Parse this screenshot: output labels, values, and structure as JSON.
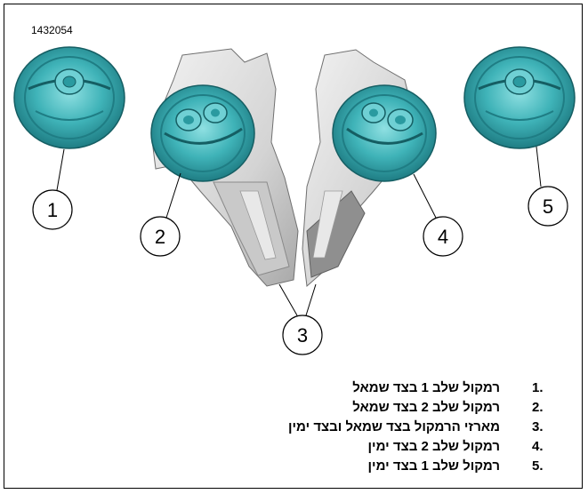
{
  "figure": {
    "id": "1432054"
  },
  "callouts": [
    "1",
    "2",
    "3",
    "4",
    "5"
  ],
  "colors": {
    "speaker_teal": "#3fb3b8",
    "speaker_dark": "#1f7d84",
    "bracket_gray": "#d9d9d9",
    "bracket_shadow": "#9a9a9a",
    "line": "#000000"
  },
  "legend": [
    {
      "num": "1.",
      "text": "רמקול שלב 1 בצד שמאל"
    },
    {
      "num": "2.",
      "text": "רמקול שלב 2 בצד שמאל"
    },
    {
      "num": "3.",
      "text": "מארזי הרמקול בצד שמאל ובצד ימין"
    },
    {
      "num": "4.",
      "text": "רמקול שלב 2 בצד ימין"
    },
    {
      "num": "5.",
      "text": "רמקול שלב 1 בצד ימין"
    }
  ]
}
